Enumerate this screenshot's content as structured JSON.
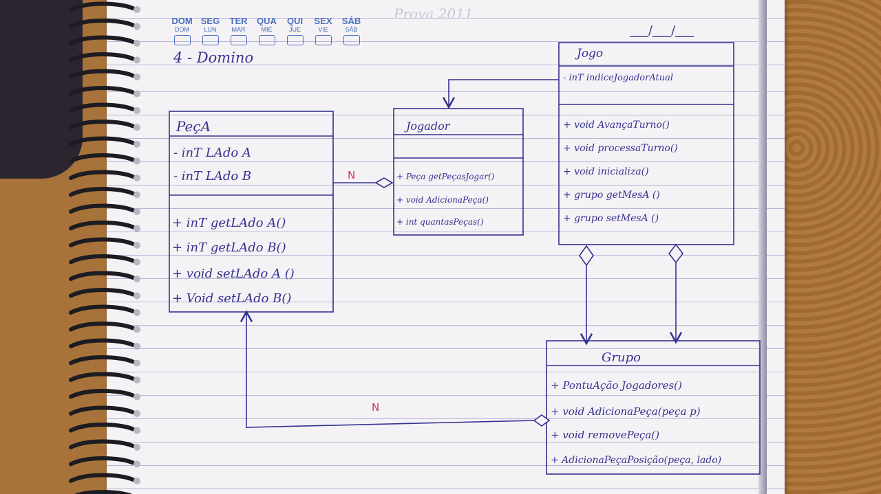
{
  "calendar": {
    "days_pt": [
      "DOM",
      "SEG",
      "TER",
      "QUA",
      "QUI",
      "SEX",
      "SÁB"
    ],
    "days_es": [
      "DOM",
      "LUN",
      "MAR",
      "MIÉ",
      "JUE",
      "VIE",
      "SÁB"
    ]
  },
  "faint_text": "Prova 2011",
  "date_blank": "___/___/___",
  "title": "4 - Domino",
  "classes": {
    "peca": {
      "name": "PeçA",
      "attributes": [
        "- inT LAdo A",
        "- inT LAdo B"
      ],
      "methods": [
        "+ inT getLAdo A()",
        "+ inT getLAdo B()",
        "+ void setLAdo A ()",
        "+ Void setLAdo B()"
      ]
    },
    "jogador": {
      "name": "Jogador",
      "attributes": [],
      "methods": [
        "+ Peça getPeçasJogar()",
        "+ void AdicionaPeça()",
        "+ int quantasPeças()"
      ]
    },
    "jogo": {
      "name": "Jogo",
      "attributes": [
        "- inT indiceJogadorAtual"
      ],
      "methods": [
        "+ void AvançaTurno()",
        "+ void processaTurno()",
        "+ void inicializa()",
        "+ grupo getMesA ()",
        "+ grupo setMesA ()"
      ]
    },
    "grupo": {
      "name": "Grupo",
      "attributes": [],
      "methods": [
        "+ PontuAção Jogadores()",
        "+ void AdicionaPeça(peça p)",
        "+ void removePeça()",
        "+ AdicionaPeçaPosição(peça, lado)"
      ]
    }
  },
  "multiplicities": {
    "peca_jogador": "N",
    "peca_grupo": "N"
  },
  "colors": {
    "ink": "#34328f",
    "multiplicity": "#d0345a",
    "calendar": "#4b6fc0"
  }
}
